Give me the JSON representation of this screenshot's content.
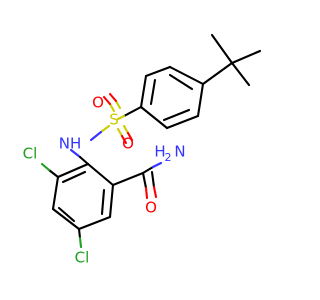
{
  "molecule": {
    "labels": {
      "o_top": "O",
      "s": "S",
      "o_bottom": "O",
      "nh": "NH",
      "cl_left": "Cl",
      "cl_bottom": "Cl",
      "amide_n_h": "H",
      "amide_n_h_sub": "2",
      "amide_n": "N",
      "amide_o": "O"
    },
    "colors": {
      "oxygen": "#ff0000",
      "sulfur": "#cccc00",
      "nitrogen": "#3333ff",
      "chlorine": "#1fa01f",
      "carbon": "#000000"
    }
  }
}
